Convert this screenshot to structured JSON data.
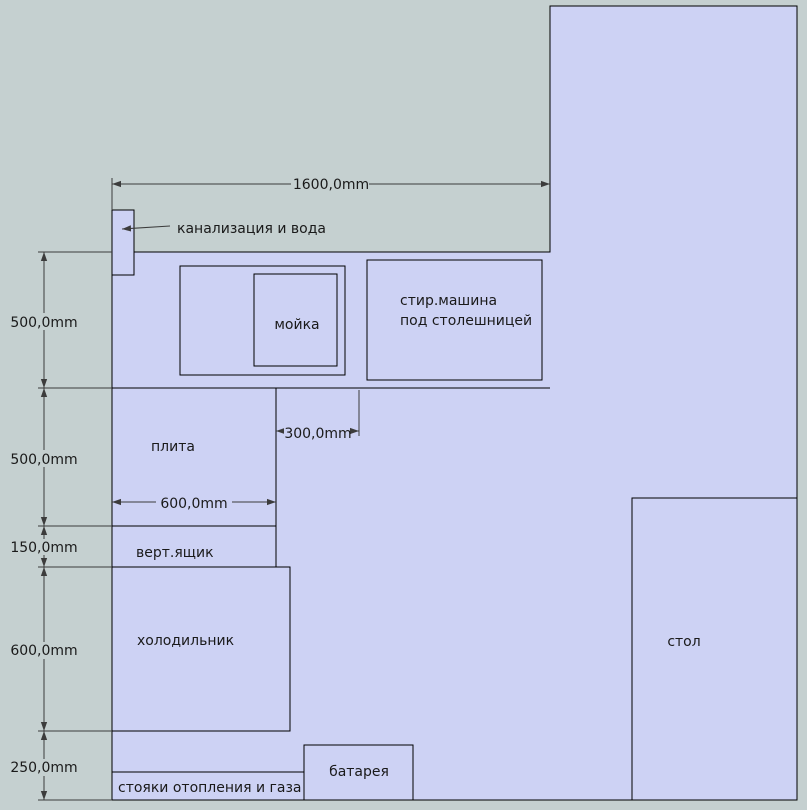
{
  "colors": {
    "background": "#c5d0d0",
    "room_fill": "#cdd2f4",
    "outline": "#000000",
    "dimension_line": "#3c3c3c"
  },
  "elements": {
    "sewage_label": "канализация и вода",
    "sink_label": "мойка",
    "washer_label_line1": "стир.машина",
    "washer_label_line2": "под столешницей",
    "stove_label": "плита",
    "drawer_label": "верт.ящик",
    "fridge_label": "холодильник",
    "risers_label": "стояки отопления и газа",
    "radiator_label": "батарея",
    "table_label": "стол"
  },
  "dimensions": {
    "top_width": "1600,0mm",
    "sink_depth": "500,0mm",
    "stove_depth": "500,0mm",
    "drawer_depth": "150,0mm",
    "fridge_depth": "600,0mm",
    "bottom_gap": "250,0mm",
    "stove_width": "600,0mm",
    "gap_width": "300,0mm"
  }
}
